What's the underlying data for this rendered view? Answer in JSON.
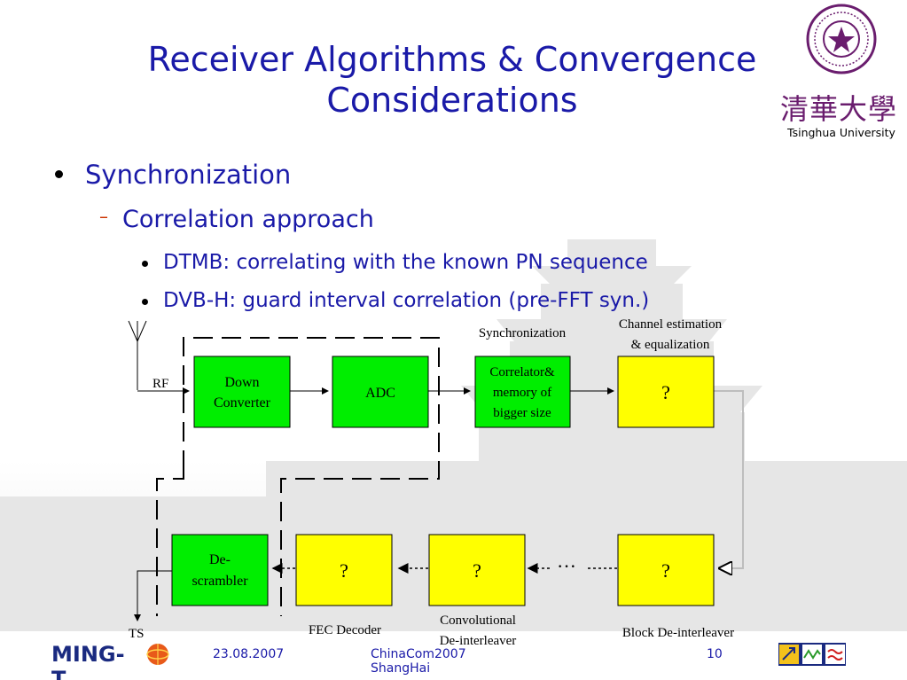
{
  "slide": {
    "title_line1": "Receiver Algorithms & Convergence",
    "title_line2": "Considerations",
    "bullet_l1": "Synchronization",
    "bullet_l2": "Correlation approach",
    "bullet_l3": [
      "DTMB: correlating with the known PN sequence",
      "DVB-H: guard interval correlation (pre-FFT syn.)"
    ]
  },
  "diagram": {
    "labels": {
      "rf": "RF",
      "ts": "TS",
      "synchronization": "Synchronization",
      "channel_est_1": "Channel estimation",
      "channel_est_2": "& equalization",
      "fec_decoder": "FEC Decoder",
      "conv_1": "Convolutional",
      "conv_2": "De-interleaver",
      "block_deint": "Block De-interleaver",
      "ellipsis": "···"
    },
    "blocks": {
      "down_converter": [
        "Down",
        "Converter"
      ],
      "adc": "ADC",
      "correlator": [
        "Correlator&",
        "memory of",
        "bigger size"
      ],
      "chan_eq": "?",
      "block_deint": "?",
      "conv_deint": "?",
      "fec": "?",
      "descrambler": [
        "De-",
        "scrambler"
      ]
    }
  },
  "footer": {
    "logo": "MING-T",
    "date": "23.08.2007",
    "conference": "ChinaCom2007 ShangHai",
    "page": "10"
  },
  "university": {
    "name": "Tsinghua University",
    "chinese": "清華大學"
  },
  "colors": {
    "title": "#1a1aa8",
    "green_block": "#00ee00",
    "yellow_block": "#ffff00",
    "seal": "#6a1d6e"
  }
}
